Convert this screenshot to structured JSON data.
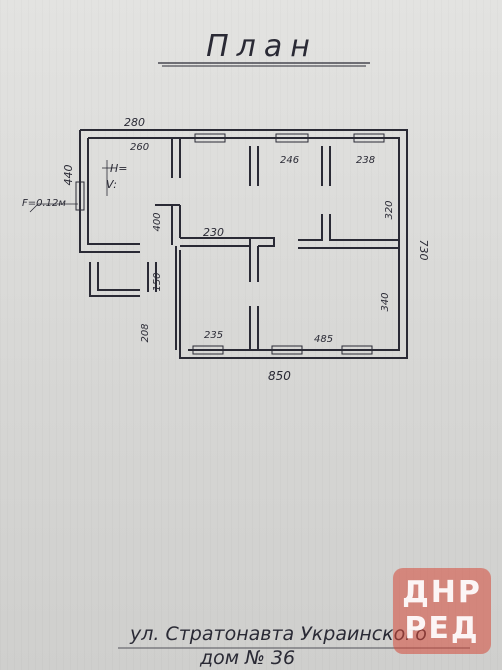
{
  "title": "План",
  "labels": {
    "d280": "280",
    "d260": "260",
    "d246": "246",
    "d238": "238",
    "d440": "440",
    "d400": "400",
    "d230": "230",
    "d320": "320",
    "d730": "730",
    "d150": "150",
    "d340": "340",
    "d208": "208",
    "d235": "235",
    "d485": "485",
    "d850": "850",
    "h": "H=",
    "v": "V:",
    "f": "F=0.12м"
  },
  "address": {
    "street": "ул. Стратонавта Украинского",
    "house": "дом № 36"
  },
  "watermark": {
    "line1": "ДНР",
    "line2": "РЕД"
  }
}
